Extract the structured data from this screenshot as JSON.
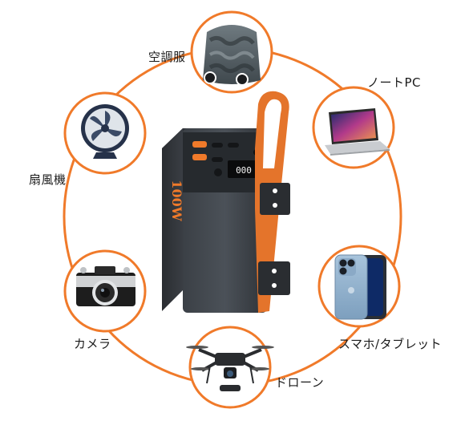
{
  "accent_color": "#f07a2a",
  "product": {
    "name": "power-bank",
    "side_marking": "100W"
  },
  "devices": [
    {
      "id": "clothes",
      "label": "空調服",
      "icon": "fan-jacket-icon"
    },
    {
      "id": "laptop",
      "label": "ノートPC",
      "icon": "laptop-icon"
    },
    {
      "id": "fan",
      "label": "扇風機",
      "icon": "desk-fan-icon"
    },
    {
      "id": "camera",
      "label": "カメラ",
      "icon": "camera-icon"
    },
    {
      "id": "phone",
      "label": "スマホ/タブレット",
      "icon": "smartphone-icon"
    },
    {
      "id": "drone",
      "label": "ドローン",
      "icon": "drone-icon"
    }
  ]
}
